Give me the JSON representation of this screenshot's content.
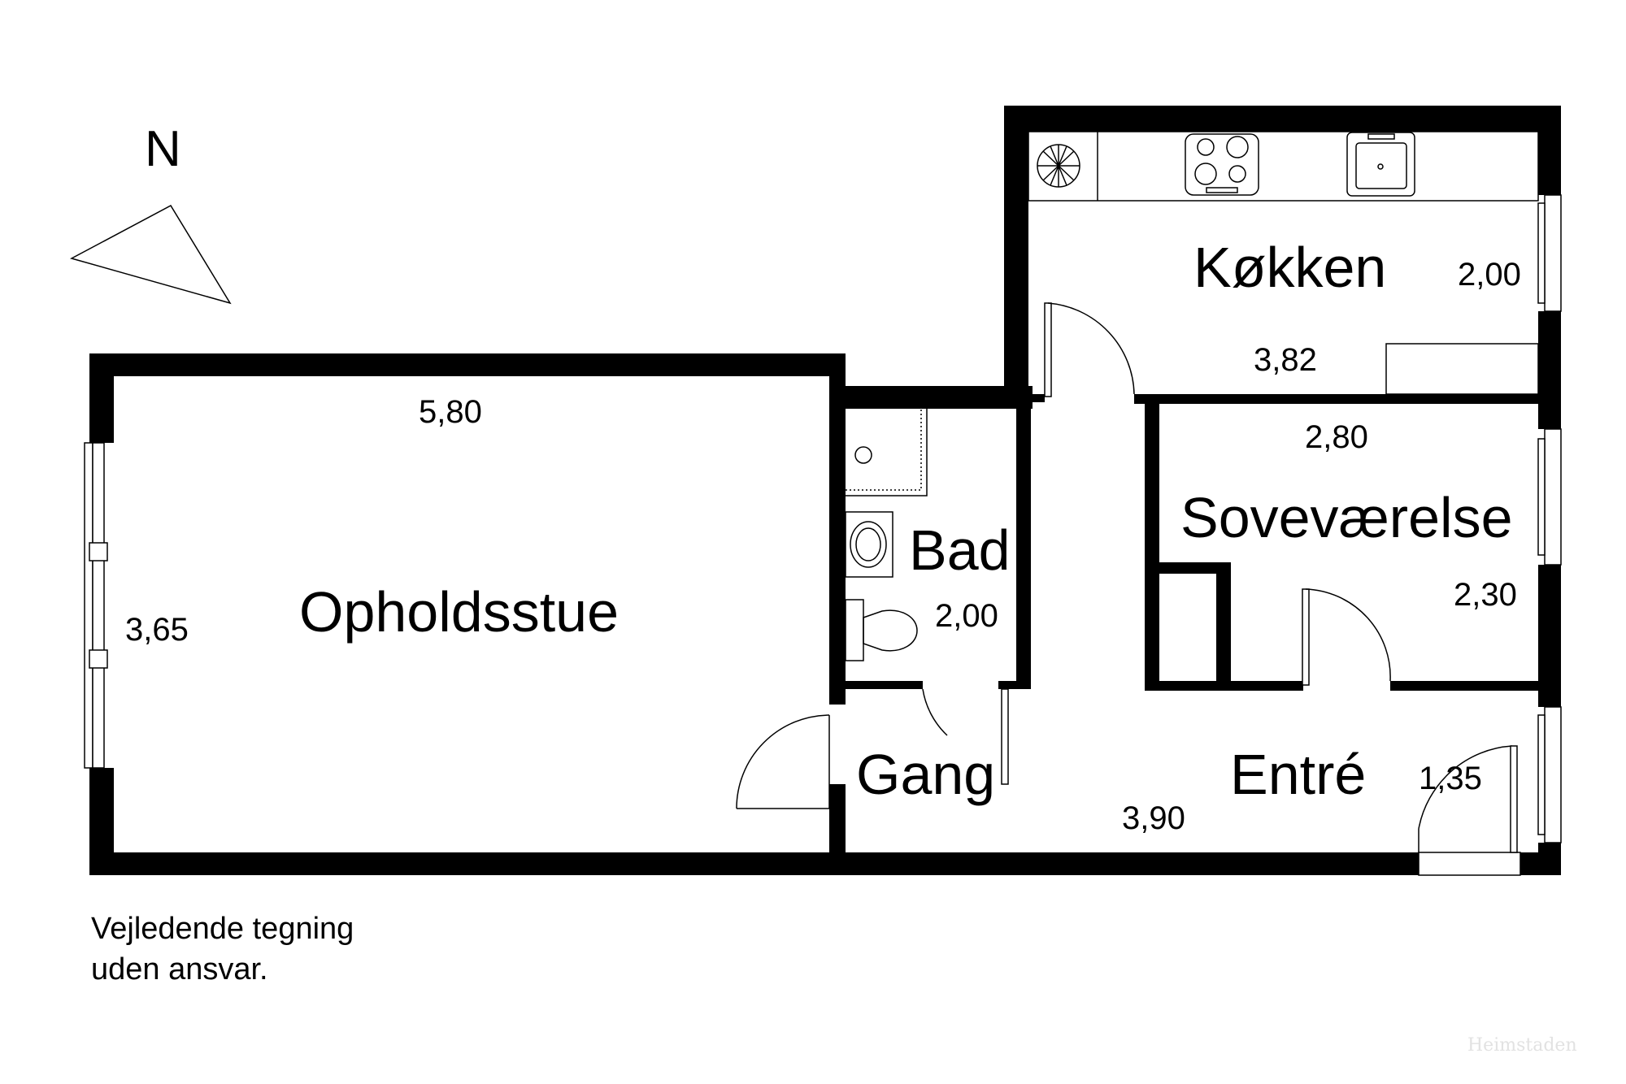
{
  "compass": {
    "label": "N"
  },
  "rooms": {
    "living": {
      "name": "Opholdsstue",
      "dim_width": "5,80",
      "dim_depth": "3,65"
    },
    "bath": {
      "name": "Bad",
      "dim": "2,00"
    },
    "kitchen": {
      "name": "Køkken",
      "dim_width": "3,82",
      "dim_depth": "2,00"
    },
    "bedroom": {
      "name": "Soveværelse",
      "dim_width": "2,80",
      "dim_depth": "2,30"
    },
    "hall": {
      "name": "Gang"
    },
    "entry": {
      "name": "Entré",
      "dim_width": "3,90",
      "dim_depth": "1,35"
    }
  },
  "disclaimer": {
    "line1": "Vejledende tegning",
    "line2": "uden ansvar."
  },
  "watermark": "Heimstaden",
  "colors": {
    "wall": "#000000",
    "background": "#ffffff",
    "watermark": "#e2e2e2"
  }
}
